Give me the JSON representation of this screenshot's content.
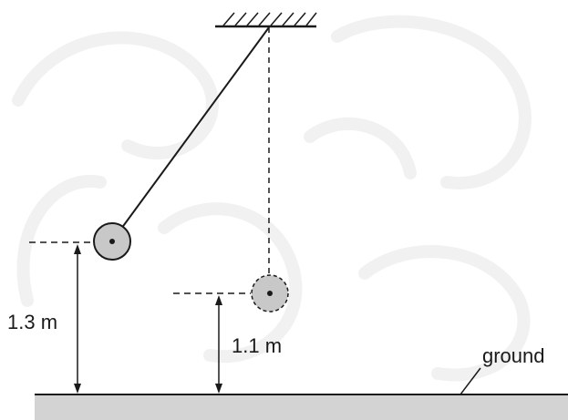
{
  "colors": {
    "line": "#1a1a1a",
    "bob_fill": "#c8c8c8",
    "ground_fill": "#d3d3d3",
    "watermark": "#f1f1f1"
  },
  "labels": {
    "height_start": "1.3 m",
    "height_lowest": "1.1 m",
    "ground": "ground"
  },
  "quantities": {
    "height_start_m": 1.3,
    "height_lowest_m": 1.1
  }
}
